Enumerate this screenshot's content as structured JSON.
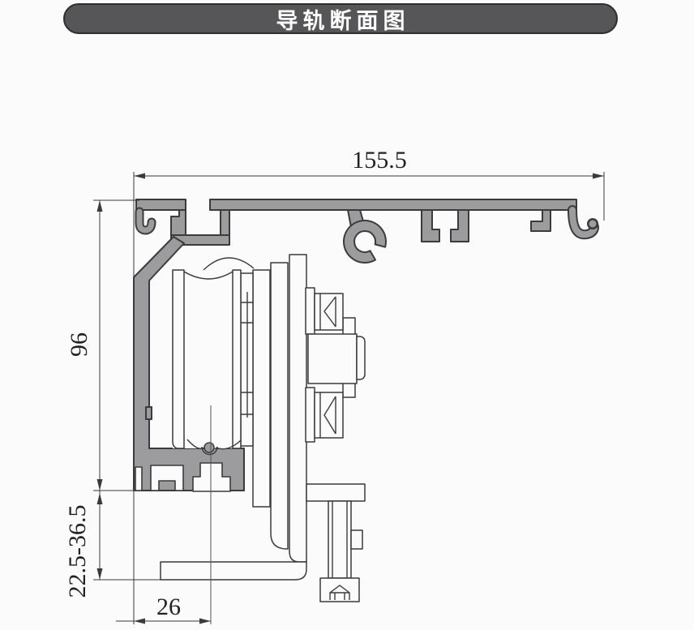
{
  "page": {
    "background": "#fbfbfb"
  },
  "header": {
    "title": "导轨断面图",
    "bar_color": "#565557",
    "text_color": "#ffffff"
  },
  "drawing": {
    "type": "cad-cross-section",
    "subject": "sliding-door track rail profile with roller carriage",
    "colors": {
      "aluminum_fill": "#9c9b9d",
      "outline": "#3b3b3b",
      "dimension_lines": "#3a3a3a"
    },
    "dimensions": {
      "top_width": {
        "label": "155.5"
      },
      "left_height": {
        "label": "96"
      },
      "adjust_range": {
        "label": "22.5-36.5"
      },
      "bottom_offset": {
        "label": "26"
      }
    }
  }
}
